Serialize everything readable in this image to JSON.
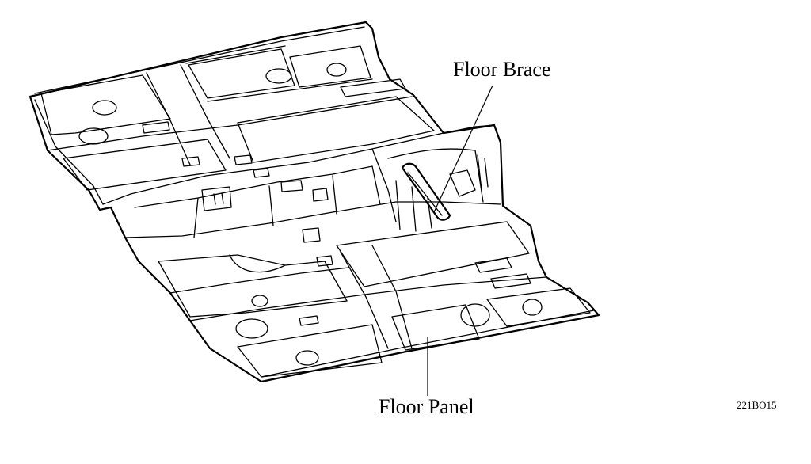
{
  "diagram": {
    "labels": {
      "floor_brace": "Floor Brace",
      "floor_panel": "Floor Panel",
      "figure_code": "221BO15"
    },
    "colors": {
      "line": "#000000",
      "background": "#ffffff"
    }
  }
}
